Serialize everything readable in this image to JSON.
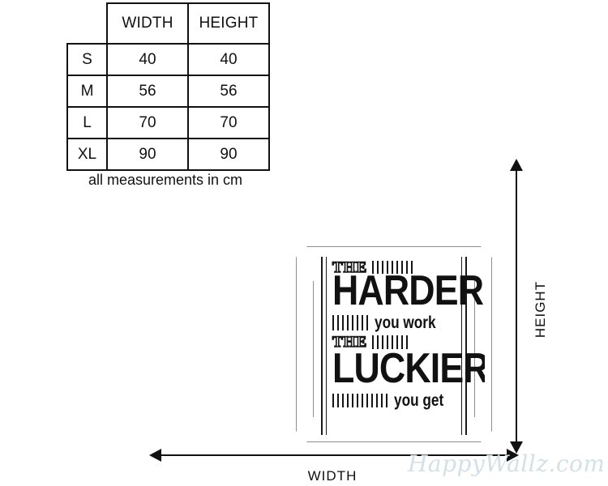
{
  "table": {
    "columns": [
      "",
      "WIDTH",
      "HEIGHT"
    ],
    "header_blank": "",
    "header_width": "WIDTH",
    "header_height": "HEIGHT",
    "rows": [
      {
        "size": "S",
        "width": "40",
        "height": "40"
      },
      {
        "size": "M",
        "width": "56",
        "height": "56"
      },
      {
        "size": "L",
        "width": "70",
        "height": "70"
      },
      {
        "size": "XL",
        "width": "90",
        "height": "90"
      }
    ],
    "caption": "all measurements in cm"
  },
  "poster": {
    "line1": "THE",
    "line2": "HARDER",
    "line3": "you work",
    "line4": "THE",
    "line5": "LUCKIER",
    "line6": "you get",
    "full_text": "THE HARDER you work THE LUCKIER you get",
    "frame_color": "#8e8e8e",
    "ink_color": "#111111",
    "background": "#ffffff"
  },
  "dimensions": {
    "height_label": "HEIGHT",
    "width_label": "WIDTH",
    "arrow_color": "#111111"
  },
  "watermark": {
    "text": "HappyWallz.com",
    "color": "#d3e1e6"
  }
}
